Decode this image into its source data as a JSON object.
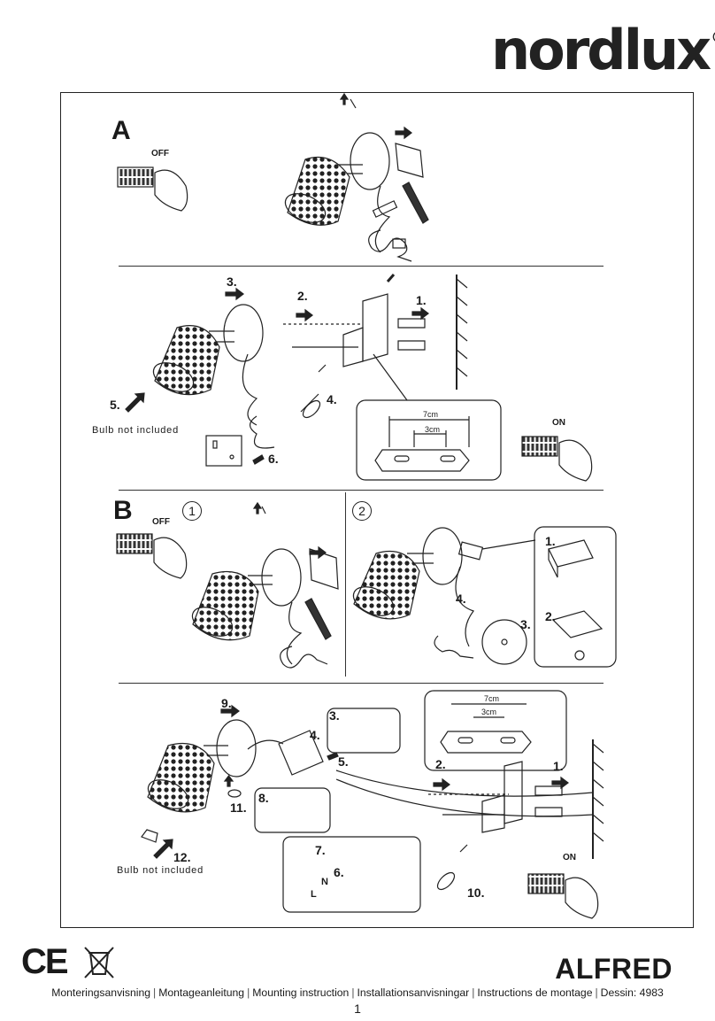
{
  "brand": {
    "name": "nordlux",
    "mark": "®"
  },
  "sections": {
    "a": "A",
    "b": "B"
  },
  "sub_panels": {
    "one": "1",
    "two": "2"
  },
  "switch": {
    "off": "OFF",
    "on": "ON"
  },
  "steps": {
    "a_1": "1.",
    "a_2": "2.",
    "a_3": "3.",
    "a_4": "4.",
    "a_5": "5.",
    "a_6": "6.",
    "b1_1": "1.",
    "b1_2": "2.",
    "b1_3": "3.",
    "b1_4": "4.",
    "c_2": "2.",
    "c_3": "3.",
    "c_4": "4.",
    "c_5": "5.",
    "c_6": "6.",
    "c_7": "7.",
    "c_8": "8.",
    "c_9": "9.",
    "c_1": "1.",
    "c_10": "10.",
    "c_11": "11.",
    "c_12": "12."
  },
  "wire_labels": {
    "neutral": "N",
    "live": "L"
  },
  "notes": {
    "bulb_a": "Bulb not included",
    "bulb_c": "Bulb not included"
  },
  "measures": {
    "outer_a": "7cm",
    "inner_a": "3cm",
    "outer_c": "7cm",
    "inner_c": "3cm"
  },
  "product": "ALFRED",
  "footer": {
    "items": [
      "Monteringsanvisning",
      "Montageanleitung",
      "Mounting instruction",
      "Installationsanvisningar",
      "Instructions de montage",
      "Dessin: 4983"
    ]
  },
  "page": "1",
  "compliance": {
    "ce": "CE"
  }
}
